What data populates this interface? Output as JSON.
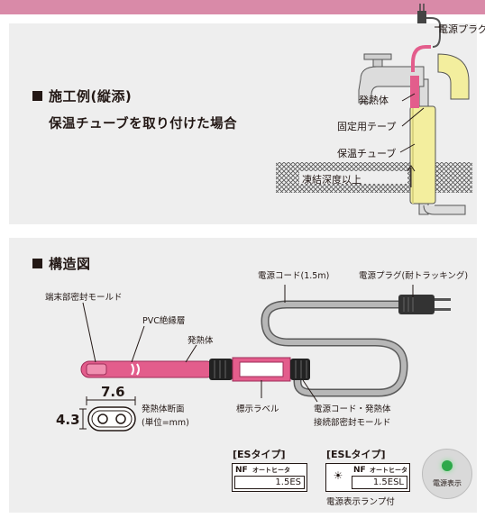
{
  "section1": {
    "title": "施工例(縦添)",
    "subtitle": "保温チューブを取り付けた場合",
    "labels": {
      "plug": "電源プラグ",
      "heater": "発熱体",
      "tape": "固定用テープ",
      "tube": "保温チューブ",
      "depth": "凍結深度以上"
    }
  },
  "section2": {
    "title": "構造図",
    "labels": {
      "end_mold": "端末部密封モールド",
      "pvc": "PVC絶縁層",
      "heater": "発熱体",
      "cord": "電源コード(1.5m)",
      "plug": "電源プラグ(耐トラッキング)",
      "dim_width": "7.6",
      "dim_height": "4.3",
      "cross_section": "発熱体断面",
      "unit": "(単位=mm)",
      "label_tag": "標示ラベル",
      "joint_line1": "電源コード・発熱体",
      "joint_line2": "接続部密封モールド"
    },
    "types": {
      "es_title": "[ESタイプ]",
      "es_brand": "オートヒータ",
      "es_model": "1.5ES",
      "esl_title": "[ESLタイプ]",
      "esl_brand": "オートヒータ",
      "esl_model": "1.5ESL",
      "esl_note": "電源表示ランプ付",
      "lamp_label": "電源表示"
    }
  },
  "colors": {
    "topbar": "#d98aa8",
    "panel": "#eeeeee",
    "heater_pink": "#e35d8c",
    "tube_yellow": "#f3ee9e",
    "cord_gray": "#a9a9a9",
    "lamp_green": "#2ea84a"
  }
}
